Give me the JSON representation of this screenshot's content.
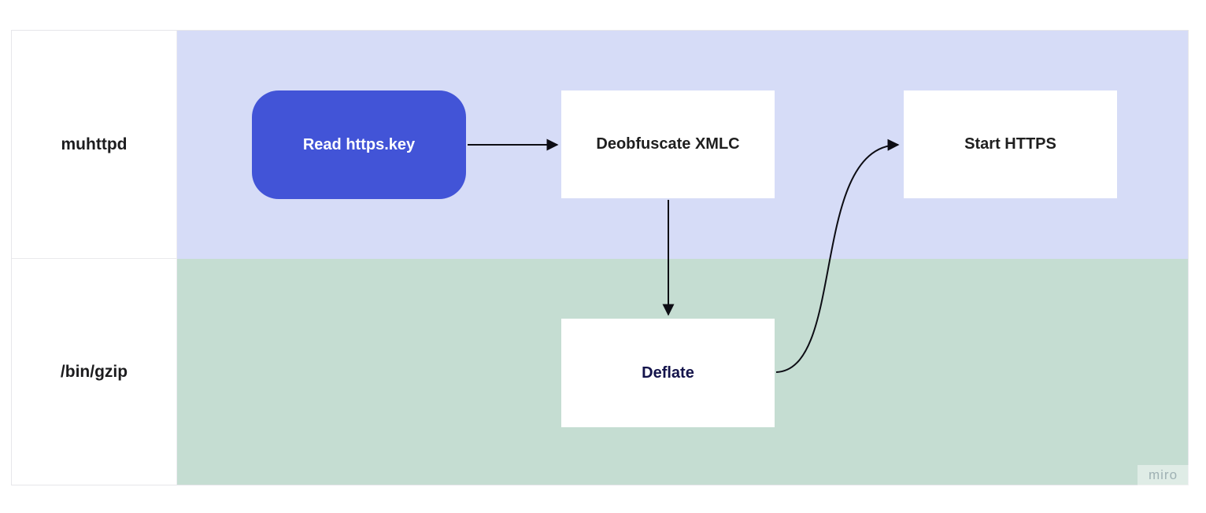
{
  "diagram": {
    "type": "swimlane-flowchart",
    "lanes": [
      {
        "id": "muhttpd",
        "label": "muhttpd",
        "body_color": "#d6dcf7",
        "header_color": "#ffffff"
      },
      {
        "id": "bin-gzip",
        "label": "/bin/gzip",
        "body_color": "#c5ddd2",
        "header_color": "#ffffff"
      }
    ],
    "nodes": [
      {
        "id": "read-https-key",
        "label": "Read https.key",
        "lane": "muhttpd",
        "shape": "rounded-rect",
        "fill": "#4254d7",
        "text_color": "#ffffff"
      },
      {
        "id": "deobfuscate-xmlc",
        "label": "Deobfuscate XMLC",
        "lane": "muhttpd",
        "shape": "rect",
        "fill": "#ffffff",
        "text_color": "#1f1f1f"
      },
      {
        "id": "start-https",
        "label": "Start HTTPS",
        "lane": "muhttpd",
        "shape": "rect",
        "fill": "#ffffff",
        "text_color": "#1f1f1f"
      },
      {
        "id": "deflate",
        "label": "Deflate",
        "lane": "bin-gzip",
        "shape": "rect",
        "fill": "#ffffff",
        "text_color": "#14144b"
      }
    ],
    "edges": [
      {
        "from": "read-https-key",
        "to": "deobfuscate-xmlc",
        "style": "straight",
        "color": "#0d0d14"
      },
      {
        "from": "deobfuscate-xmlc",
        "to": "deflate",
        "style": "straight",
        "color": "#0d0d14"
      },
      {
        "from": "deflate",
        "to": "start-https",
        "style": "curved",
        "color": "#0d0d14"
      }
    ],
    "watermark": "miro"
  }
}
